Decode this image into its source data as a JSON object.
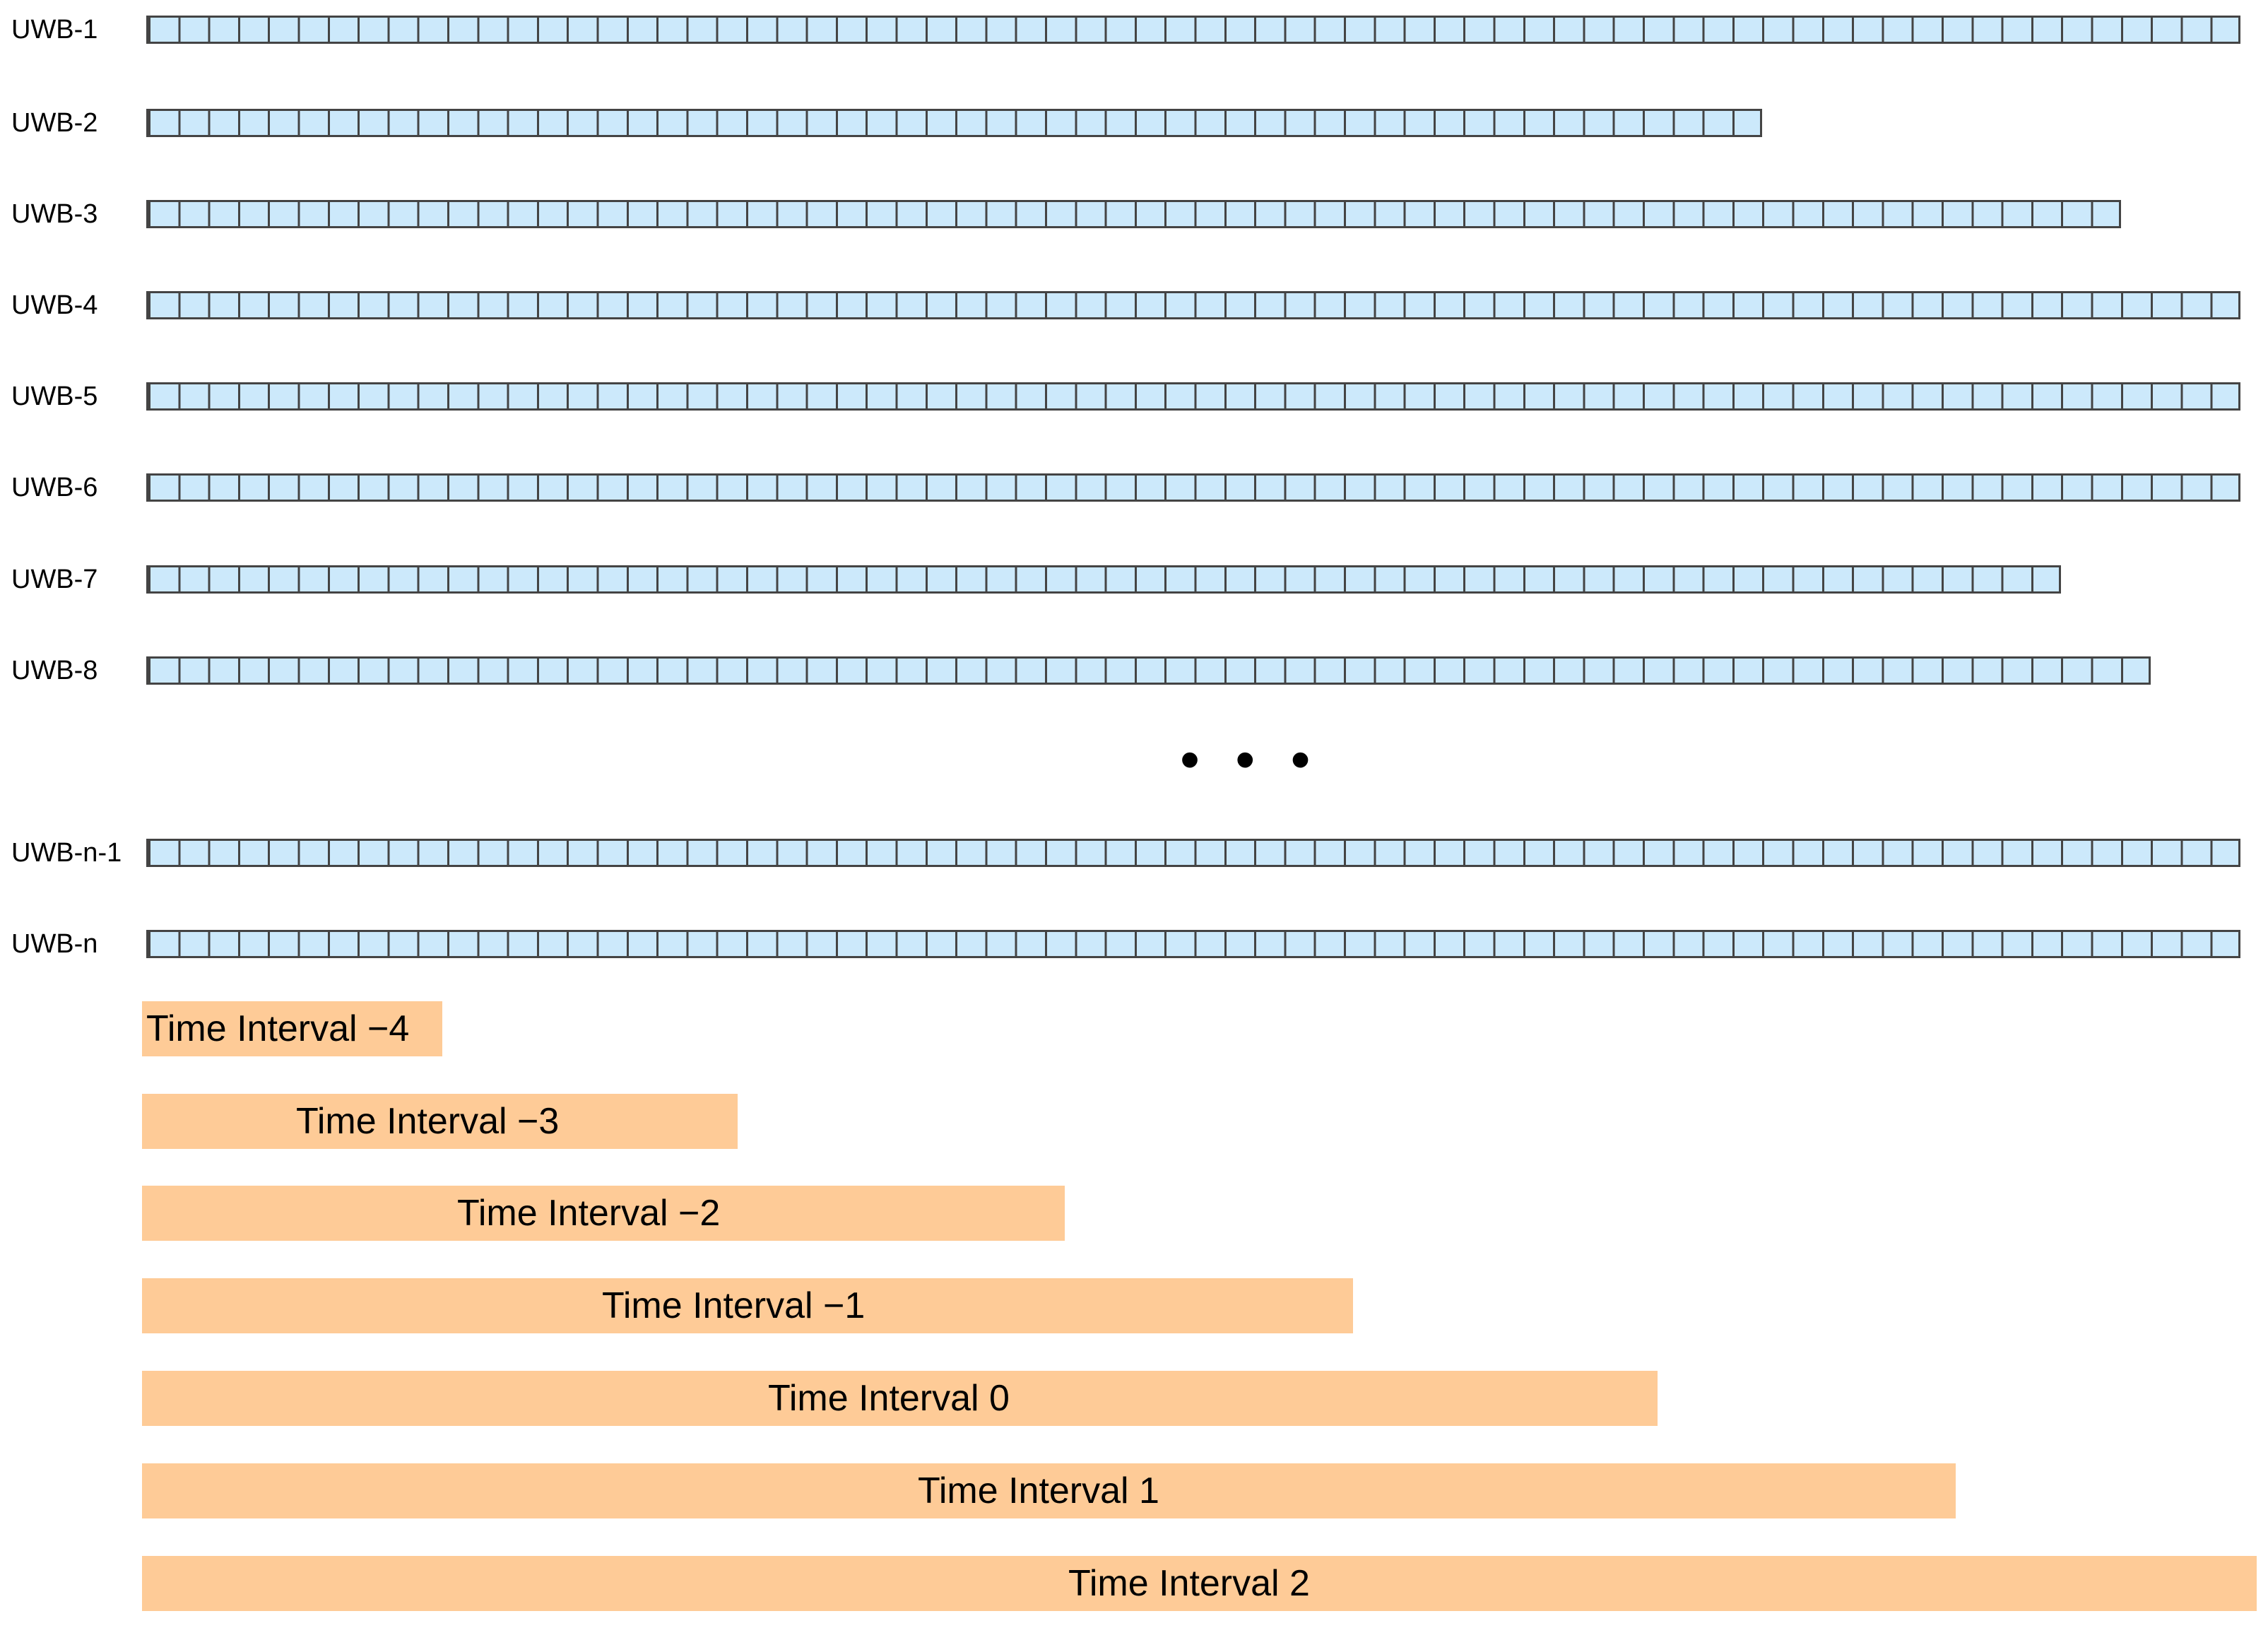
{
  "uwb_rows": [
    {
      "label": "UWB-1",
      "cells": 70
    },
    {
      "label": "UWB-2",
      "cells": 54
    },
    {
      "label": "UWB-3",
      "cells": 66
    },
    {
      "label": "UWB-4",
      "cells": 70
    },
    {
      "label": "UWB-5",
      "cells": 70
    },
    {
      "label": "UWB-6",
      "cells": 70
    },
    {
      "label": "UWB-7",
      "cells": 64
    },
    {
      "label": "UWB-8",
      "cells": 67
    },
    {
      "label": "UWB-n-1",
      "cells": 70
    },
    {
      "label": "UWB-n",
      "cells": 70
    }
  ],
  "ellipsis": "• • •",
  "time_intervals": [
    {
      "label": "Time Interval −4"
    },
    {
      "label": "Time Interval −3"
    },
    {
      "label": "Time Interval −2"
    },
    {
      "label": "Time Interval −1"
    },
    {
      "label": "Time Interval 0"
    },
    {
      "label": "Time Interval 1"
    },
    {
      "label": "Time Interval 2"
    }
  ],
  "colors": {
    "uwb_cell_fill": "#cce9fb",
    "uwb_cell_border": "#444444",
    "time_interval_fill": "#fecb97"
  }
}
